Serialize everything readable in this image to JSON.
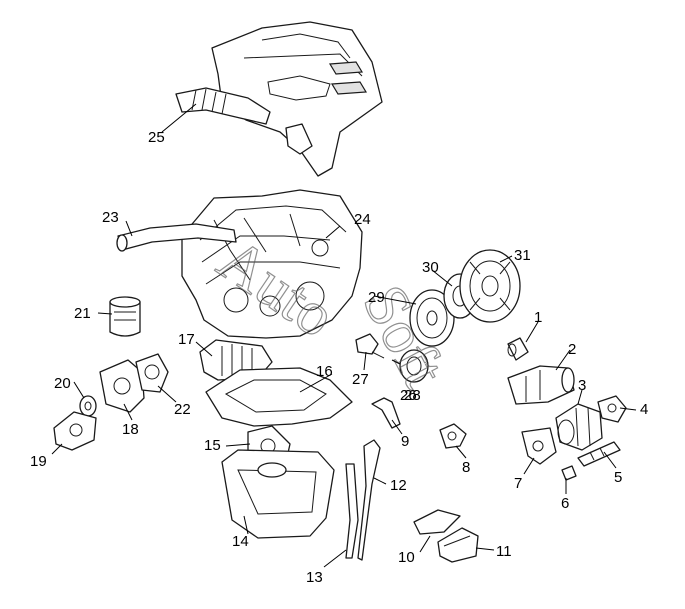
{
  "watermark": {
    "line1": "Auto",
    "line2": "Soft"
  },
  "callouts": [
    {
      "id": "1",
      "label": "1"
    },
    {
      "id": "2",
      "label": "2"
    },
    {
      "id": "3",
      "label": "3"
    },
    {
      "id": "4",
      "label": "4"
    },
    {
      "id": "5",
      "label": "5"
    },
    {
      "id": "6",
      "label": "6"
    },
    {
      "id": "7",
      "label": "7"
    },
    {
      "id": "8",
      "label": "8"
    },
    {
      "id": "9",
      "label": "9"
    },
    {
      "id": "10",
      "label": "10"
    },
    {
      "id": "11",
      "label": "11"
    },
    {
      "id": "12",
      "label": "12"
    },
    {
      "id": "13",
      "label": "13"
    },
    {
      "id": "14",
      "label": "14"
    },
    {
      "id": "15",
      "label": "15"
    },
    {
      "id": "16",
      "label": "16"
    },
    {
      "id": "17",
      "label": "17"
    },
    {
      "id": "18",
      "label": "18"
    },
    {
      "id": "19",
      "label": "19"
    },
    {
      "id": "20",
      "label": "20"
    },
    {
      "id": "21",
      "label": "21"
    },
    {
      "id": "22",
      "label": "22"
    },
    {
      "id": "23",
      "label": "23"
    },
    {
      "id": "24",
      "label": "24"
    },
    {
      "id": "25",
      "label": "25"
    },
    {
      "id": "26",
      "label": "26"
    },
    {
      "id": "27",
      "label": "27"
    },
    {
      "id": "28",
      "label": "28"
    },
    {
      "id": "29",
      "label": "29"
    },
    {
      "id": "30",
      "label": "30"
    },
    {
      "id": "31",
      "label": "31"
    }
  ]
}
